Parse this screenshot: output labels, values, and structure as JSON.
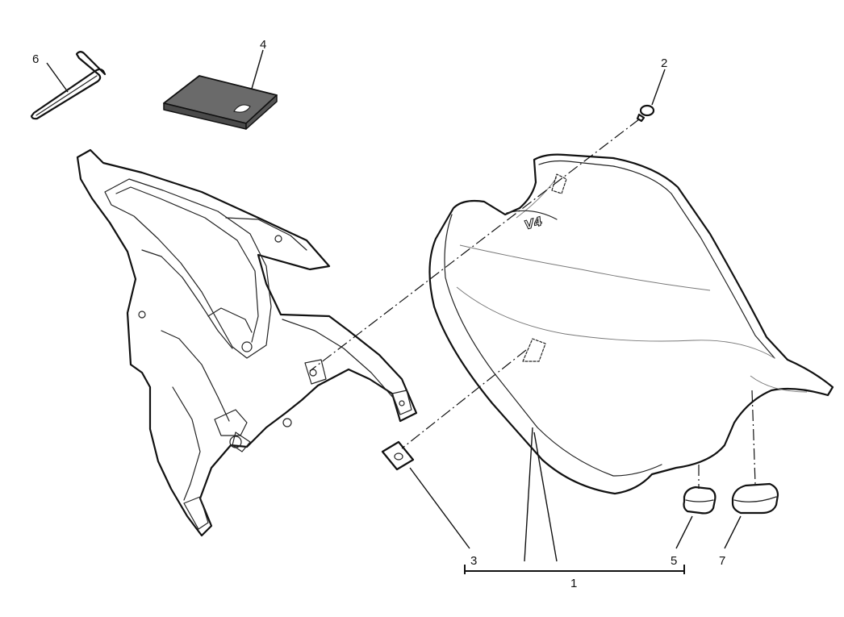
{
  "callouts": [
    {
      "id": "1",
      "label": "1"
    },
    {
      "id": "2",
      "label": "2"
    },
    {
      "id": "3",
      "label": "3"
    },
    {
      "id": "4",
      "label": "4"
    },
    {
      "id": "5",
      "label": "5"
    },
    {
      "id": "6",
      "label": "6"
    },
    {
      "id": "7",
      "label": "7"
    }
  ],
  "seat_logo": "V4",
  "colors": {
    "line": "#111111",
    "toolkit_fill": "#6a6a6a",
    "background": "#ffffff"
  }
}
